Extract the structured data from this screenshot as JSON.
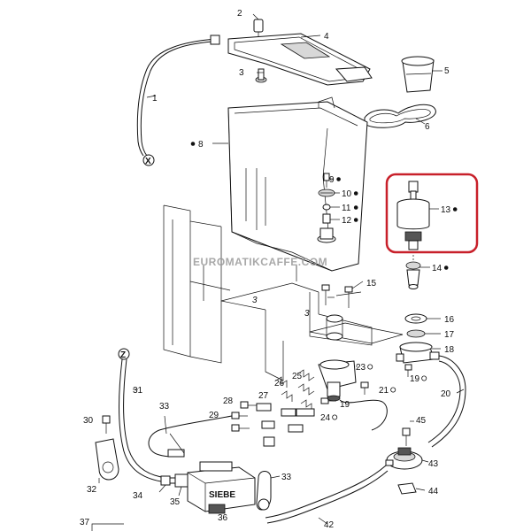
{
  "watermark": "EUROMATIKCAFFE.COM",
  "highlight_color": "#c8202a",
  "callouts": [
    {
      "id": "1",
      "text": "1",
      "dot": false,
      "open": false
    },
    {
      "id": "2",
      "text": "2",
      "dot": false,
      "open": false
    },
    {
      "id": "3",
      "text": "3",
      "dot": false,
      "open": false
    },
    {
      "id": "4",
      "text": "4",
      "dot": false,
      "open": false
    },
    {
      "id": "5",
      "text": "5",
      "dot": false,
      "open": false
    },
    {
      "id": "6",
      "text": "6",
      "dot": false,
      "open": false
    },
    {
      "id": "8",
      "text": "8",
      "dot": true,
      "open": false
    },
    {
      "id": "9",
      "text": "9",
      "dot": true,
      "open": false
    },
    {
      "id": "10",
      "text": "10",
      "dot": true,
      "open": false
    },
    {
      "id": "11",
      "text": "11",
      "dot": true,
      "open": false
    },
    {
      "id": "12",
      "text": "12",
      "dot": true,
      "open": false
    },
    {
      "id": "13",
      "text": "13",
      "dot": true,
      "open": false
    },
    {
      "id": "14",
      "text": "14",
      "dot": true,
      "open": false
    },
    {
      "id": "15",
      "text": "15",
      "dot": false,
      "open": false
    },
    {
      "id": "16",
      "text": "16",
      "dot": false,
      "open": false
    },
    {
      "id": "17",
      "text": "17",
      "dot": false,
      "open": false
    },
    {
      "id": "18",
      "text": "18",
      "dot": false,
      "open": false
    },
    {
      "id": "19a",
      "text": "19",
      "dot": false,
      "open": true
    },
    {
      "id": "19b",
      "text": "19",
      "dot": false,
      "open": false
    },
    {
      "id": "20",
      "text": "20",
      "dot": false,
      "open": false
    },
    {
      "id": "21",
      "text": "21",
      "dot": false,
      "open": true
    },
    {
      "id": "23",
      "text": "23",
      "dot": false,
      "open": true
    },
    {
      "id": "24",
      "text": "24",
      "dot": false,
      "open": true
    },
    {
      "id": "25",
      "text": "25",
      "dot": false,
      "open": false
    },
    {
      "id": "26",
      "text": "26",
      "dot": false,
      "open": false
    },
    {
      "id": "27",
      "text": "27",
      "dot": false,
      "open": false
    },
    {
      "id": "28",
      "text": "28",
      "dot": false,
      "open": false
    },
    {
      "id": "29",
      "text": "29",
      "dot": false,
      "open": false
    },
    {
      "id": "30",
      "text": "30",
      "dot": false,
      "open": false
    },
    {
      "id": "31",
      "text": "31",
      "dot": false,
      "open": false
    },
    {
      "id": "32",
      "text": "32",
      "dot": false,
      "open": false
    },
    {
      "id": "33a",
      "text": "33",
      "dot": false,
      "open": false
    },
    {
      "id": "33b",
      "text": "33",
      "dot": false,
      "open": false
    },
    {
      "id": "34",
      "text": "34",
      "dot": false,
      "open": false
    },
    {
      "id": "35",
      "text": "35",
      "dot": false,
      "open": false
    },
    {
      "id": "36",
      "text": "36",
      "dot": false,
      "open": false
    },
    {
      "id": "37",
      "text": "37",
      "dot": false,
      "open": false
    },
    {
      "id": "42",
      "text": "42",
      "dot": false,
      "open": false
    },
    {
      "id": "43",
      "text": "43",
      "dot": false,
      "open": false
    },
    {
      "id": "44",
      "text": "44",
      "dot": false,
      "open": false
    },
    {
      "id": "45",
      "text": "45",
      "dot": false,
      "open": false
    }
  ],
  "connectors": {
    "x": "X",
    "z": "Z"
  },
  "pump_brand": "SIEBE",
  "tank_marks": {
    "a": "3",
    "b": "3"
  }
}
